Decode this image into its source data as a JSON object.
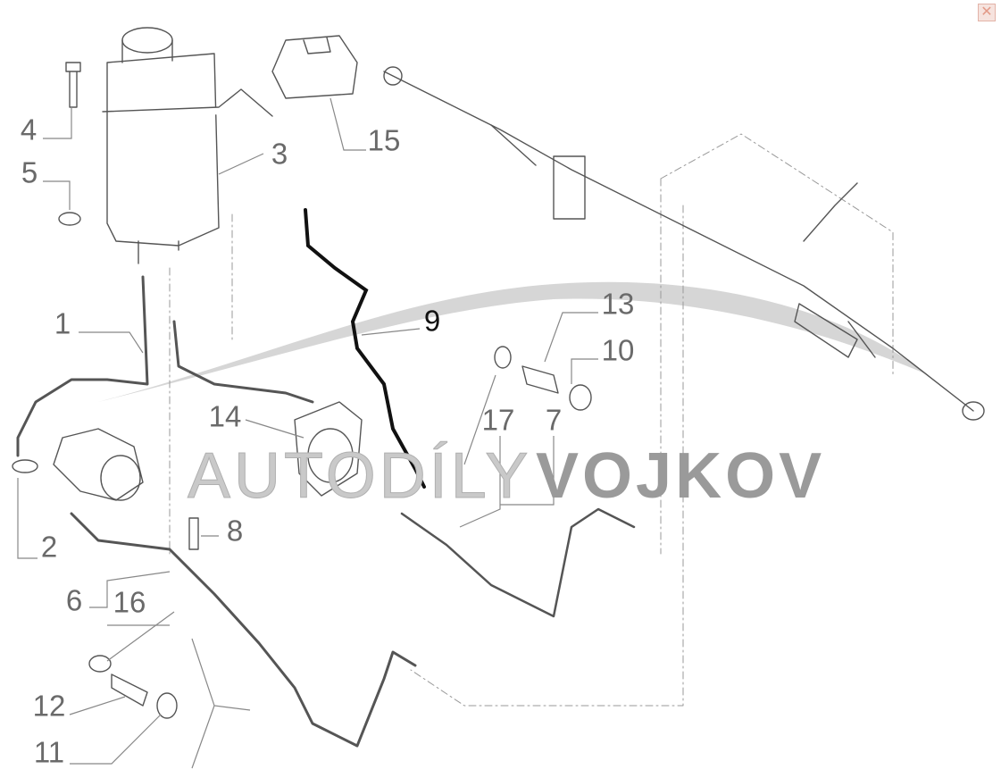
{
  "callouts": {
    "p1": "1",
    "p2": "2",
    "p3": "3",
    "p4": "4",
    "p5": "5",
    "p6": "6",
    "p7": "7",
    "p8": "8",
    "p9": "9",
    "p10": "10",
    "p11": "11",
    "p12": "12",
    "p13": "13",
    "p14": "14",
    "p15": "15",
    "p16": "16",
    "p17": "17"
  },
  "watermark": {
    "part1": "AUTODÍLY",
    "part2": "VOJKOV"
  },
  "close_icon": "close-icon",
  "colors": {
    "highlight": "#111111",
    "parts": "#555555",
    "label": "#6a6a6a",
    "swoosh": "#c8c8c8"
  }
}
